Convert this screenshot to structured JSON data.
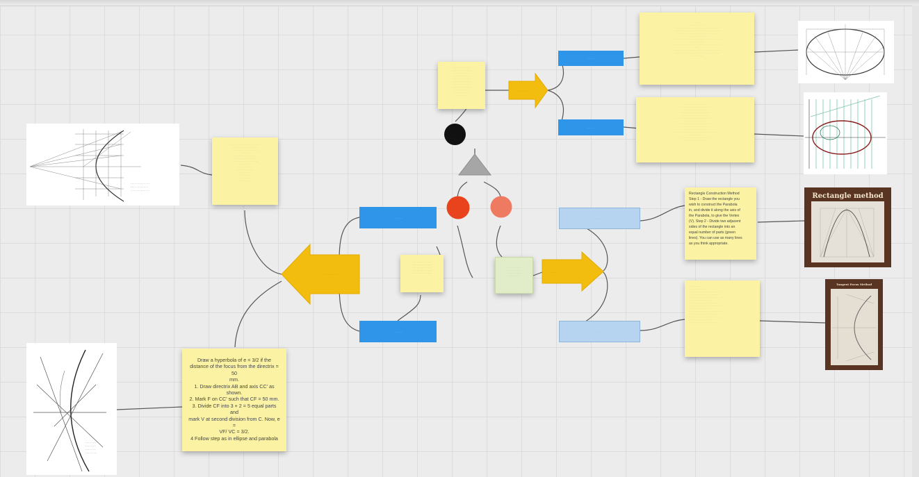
{
  "colors": {
    "sticky": "#fbf3a3",
    "arrow": "#f3bd0f",
    "blue": "#2e95e8",
    "light_blue": "#b6d4f0",
    "red_circle": "#e8431d",
    "salmon_circle": "#ee7a61",
    "black_circle": "#111111",
    "triangle": "#a6a6a6",
    "connector": "#555555",
    "ellipse_stroke": "#8a1d1d"
  },
  "shapes": {
    "black_circle_icon": "black-circle-icon",
    "triangle_icon": "grey-triangle-icon",
    "red_circle_icon": "red-circle-icon",
    "salmon_circle_icon": "salmon-circle-icon"
  },
  "hyperbola_note": {
    "lines": [
      "Draw a hyperbola of e = 3/2 if the",
      "distance of the focus from the directrix =",
      "50",
      "mm.",
      "1. Draw directrix AB and axis CC' as",
      "shown.",
      "2. Mark F on CC' such that CF = 50 mm.",
      "3. Divide CF into 3 + 2 = 5 equal parts",
      "and",
      "mark V at second division from C. Now, e",
      "=",
      "VF/ VC = 3/2.",
      "4 Follow step as in ellipse and parabola"
    ]
  },
  "rectangle_note": {
    "lines": [
      "Rectangle Construction Method",
      "Step 1 - Draw the rectangle you",
      "wish to construct the Parabola",
      "in, and divide it along the axis of",
      "the Parabola, to give the Vertex",
      "(V). Step 2 - Divide two adjacent",
      "sides of the rectangle into an",
      "equal number of parts (green",
      "lines). You can use as many lines",
      "as you think appropriate."
    ]
  },
  "image_labels": {
    "rectangle_method": "Rectangle method",
    "tangent_method": "Tangent Focus Method"
  }
}
